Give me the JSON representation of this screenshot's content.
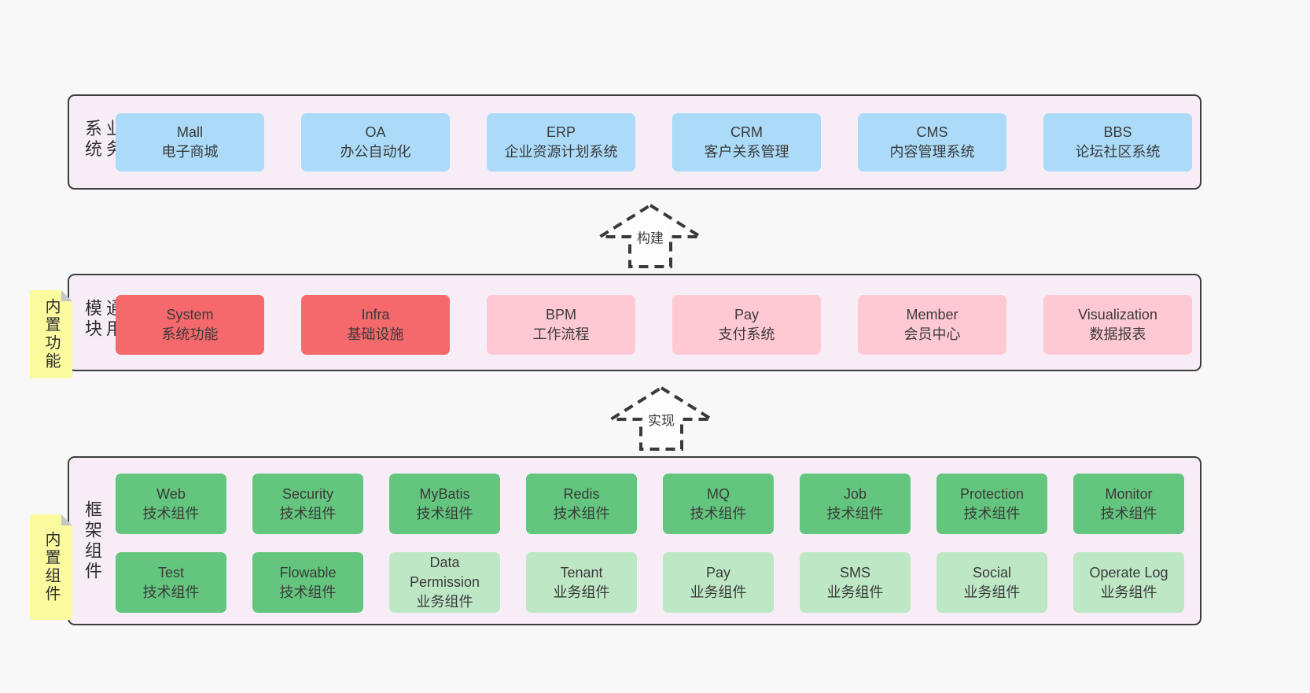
{
  "colors": {
    "page_bg": "#f8f8f8",
    "panel_bg": "#f7edf6",
    "panel_border": "#3d3d3d",
    "blue_box": "#abdbf9",
    "red_box": "#f5696c",
    "pink_box": "#ffc9d4",
    "green_box": "#64c67e",
    "light_green_box": "#bee7c6",
    "sticky_note": "#fbfa9e",
    "text": "#3a3a3a"
  },
  "arrows": [
    {
      "label": "构建"
    },
    {
      "label": "实现"
    }
  ],
  "sections": [
    {
      "label": "业务系统",
      "boxes": [
        {
          "title": "Mall",
          "subtitle": "电子商城",
          "variant": "blue"
        },
        {
          "title": "OA",
          "subtitle": "办公自动化",
          "variant": "blue"
        },
        {
          "title": "ERP",
          "subtitle": "企业资源计划系统",
          "variant": "blue"
        },
        {
          "title": "CRM",
          "subtitle": "客户关系管理",
          "variant": "blue"
        },
        {
          "title": "CMS",
          "subtitle": "内容管理系统",
          "variant": "blue"
        },
        {
          "title": "BBS",
          "subtitle": "论坛社区系统",
          "variant": "blue"
        }
      ]
    },
    {
      "label": "通用模块",
      "sticky": "内置功能",
      "boxes": [
        {
          "title": "System",
          "subtitle": "系统功能",
          "variant": "red"
        },
        {
          "title": "Infra",
          "subtitle": "基础设施",
          "variant": "red"
        },
        {
          "title": "BPM",
          "subtitle": "工作流程",
          "variant": "pink"
        },
        {
          "title": "Pay",
          "subtitle": "支付系统",
          "variant": "pink"
        },
        {
          "title": "Member",
          "subtitle": "会员中心",
          "variant": "pink"
        },
        {
          "title": "Visualization",
          "subtitle": "数据报表",
          "variant": "pink"
        }
      ]
    },
    {
      "label": "框架组件",
      "sticky": "内置组件",
      "rows": [
        [
          {
            "title": "Web",
            "subtitle": "技术组件",
            "variant": "green"
          },
          {
            "title": "Security",
            "subtitle": "技术组件",
            "variant": "green"
          },
          {
            "title": "MyBatis",
            "subtitle": "技术组件",
            "variant": "green"
          },
          {
            "title": "Redis",
            "subtitle": "技术组件",
            "variant": "green"
          },
          {
            "title": "MQ",
            "subtitle": "技术组件",
            "variant": "green"
          },
          {
            "title": "Job",
            "subtitle": "技术组件",
            "variant": "green"
          },
          {
            "title": "Protection",
            "subtitle": "技术组件",
            "variant": "green"
          },
          {
            "title": "Monitor",
            "subtitle": "技术组件",
            "variant": "green"
          }
        ],
        [
          {
            "title": "Test",
            "subtitle": "技术组件",
            "variant": "green"
          },
          {
            "title": "Flowable",
            "subtitle": "技术组件",
            "variant": "green"
          },
          {
            "title": "Data Permission",
            "subtitle": "业务组件",
            "variant": "lightgreen"
          },
          {
            "title": "Tenant",
            "subtitle": "业务组件",
            "variant": "lightgreen"
          },
          {
            "title": "Pay",
            "subtitle": "业务组件",
            "variant": "lightgreen"
          },
          {
            "title": "SMS",
            "subtitle": "业务组件",
            "variant": "lightgreen"
          },
          {
            "title": "Social",
            "subtitle": "业务组件",
            "variant": "lightgreen"
          },
          {
            "title": "Operate Log",
            "subtitle": "业务组件",
            "variant": "lightgreen"
          }
        ]
      ]
    }
  ]
}
